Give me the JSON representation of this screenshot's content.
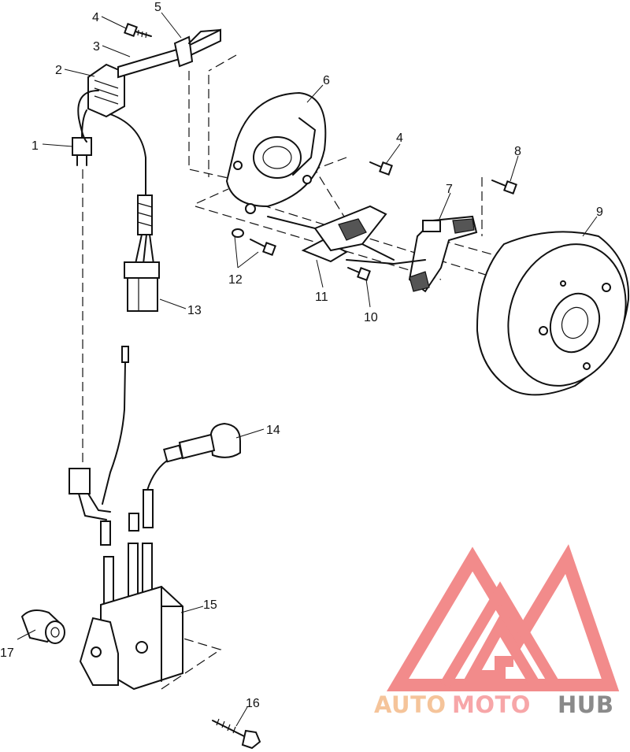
{
  "diagram": {
    "part_labels": [
      {
        "id": "1",
        "text": "1"
      },
      {
        "id": "2",
        "text": "2"
      },
      {
        "id": "3",
        "text": "3"
      },
      {
        "id": "4a",
        "text": "4"
      },
      {
        "id": "5",
        "text": "5"
      },
      {
        "id": "6",
        "text": "6"
      },
      {
        "id": "4b",
        "text": "4"
      },
      {
        "id": "7",
        "text": "7"
      },
      {
        "id": "8",
        "text": "8"
      },
      {
        "id": "9",
        "text": "9"
      },
      {
        "id": "12",
        "text": "12"
      },
      {
        "id": "11",
        "text": "11"
      },
      {
        "id": "10",
        "text": "10"
      },
      {
        "id": "13",
        "text": "13"
      },
      {
        "id": "14",
        "text": "14"
      },
      {
        "id": "15",
        "text": "15"
      },
      {
        "id": "16",
        "text": "16"
      },
      {
        "id": "17",
        "text": "17"
      }
    ]
  },
  "watermark": {
    "word_1": "AUTO",
    "word_2": "MOTO",
    "word_3": "HUB",
    "colors": {
      "auto": "#f5c49a",
      "moto": "#f7a6a8",
      "hub": "#8a8a8a",
      "logo": "#f28b8b"
    }
  }
}
